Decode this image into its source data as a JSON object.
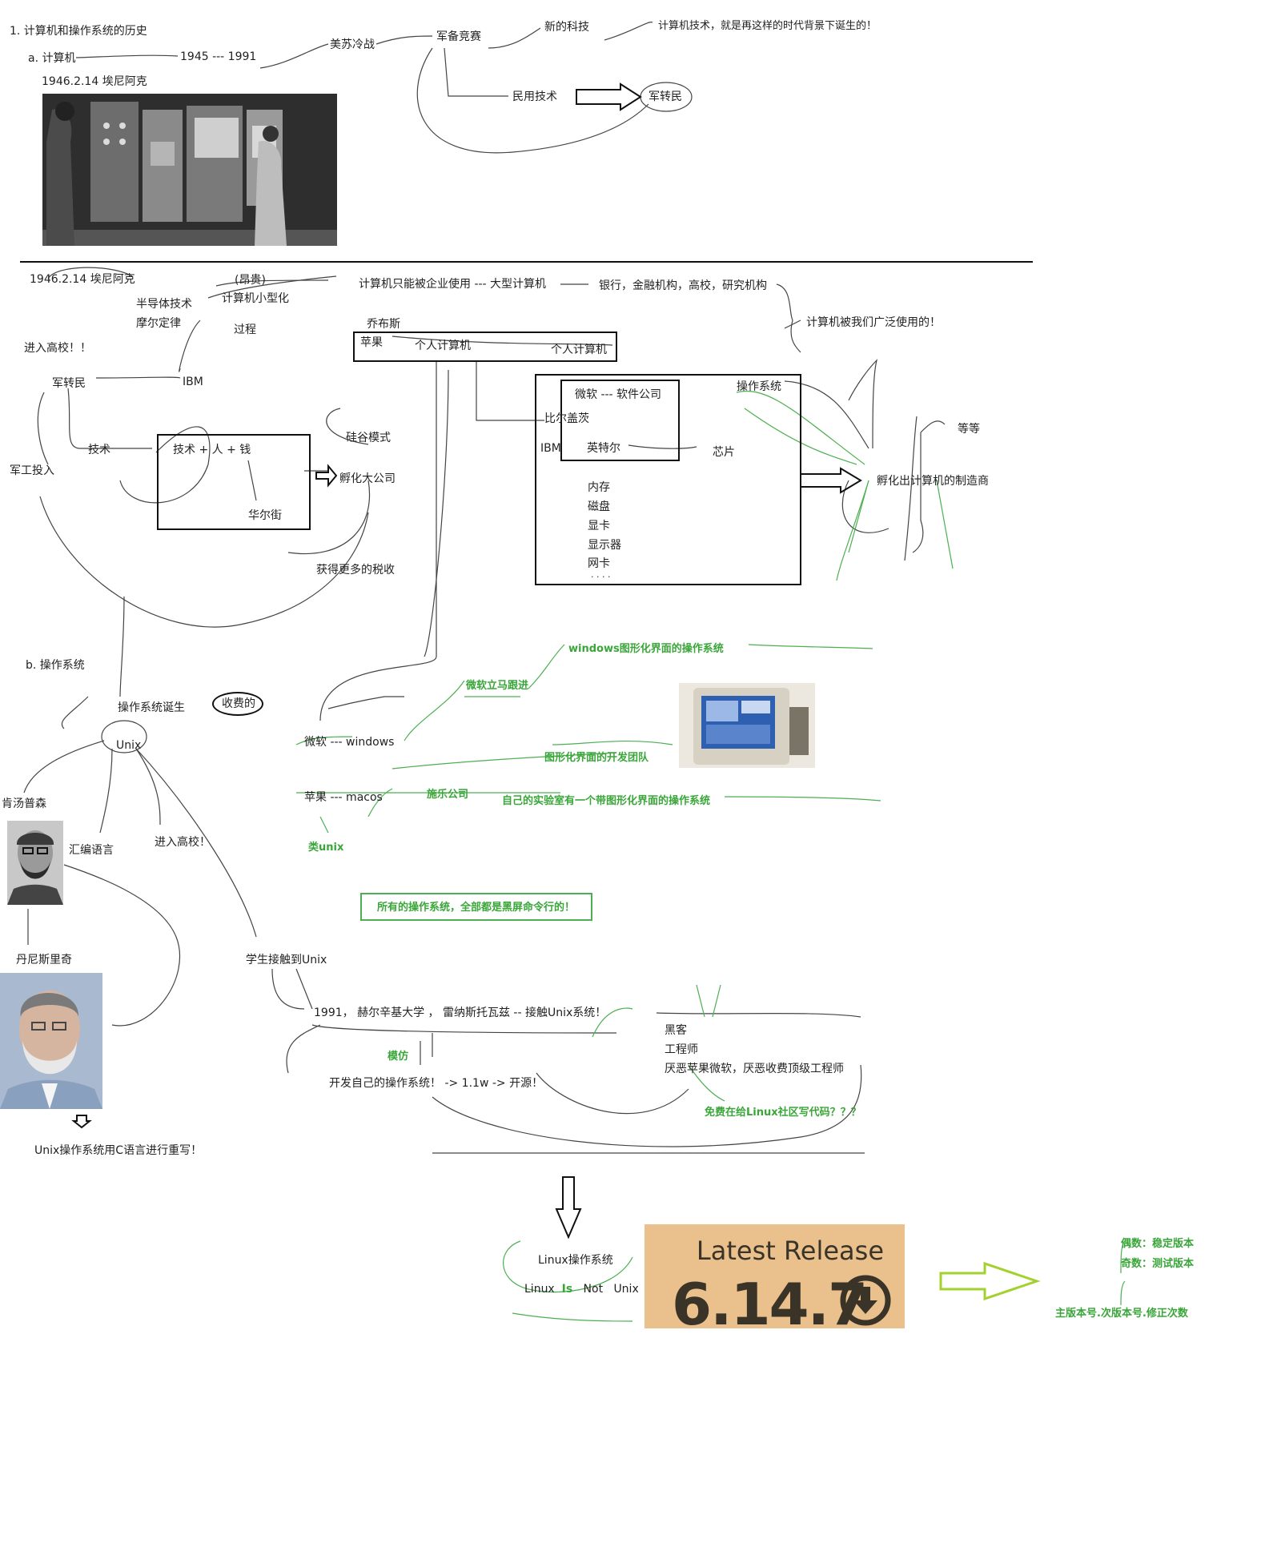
{
  "title": "1. 计算机和操作系统的历史",
  "computer": {
    "heading": "a. 计算机",
    "years": "1945 --- 1991",
    "cold_war": "美苏冷战",
    "arms_race": "军备竞赛",
    "new_tech": "新的科技",
    "born_note": "计算机技术，就是再这样的时代背景下诞生的！",
    "civil_tech": "民用技术",
    "mil_to_civ": "军转民",
    "eniac": "1946.2.14 埃尼阿克"
  },
  "mindmap": {
    "eniac": "1946.2.14 埃尼阿克",
    "expensive": "(昂贵)",
    "semiconductor": "半导体技术",
    "moore": "摩尔定律",
    "miniaturize": "计算机小型化",
    "process": "过程",
    "enterprise_only": "计算机只能被企业使用 --- 大型计算机",
    "banks": "银行，金融机构，高校，研究机构",
    "widely_used": "计算机被我们广泛使用的！",
    "enter_univ": "进入高校！！",
    "mil_to_civ": "军转民",
    "ibm": "IBM",
    "tech": "技术",
    "military_input": "军工投入",
    "jobs": "乔布斯",
    "apple": "苹果",
    "personal_computer": "个人计算机",
    "personal_computer2": "个人计算机",
    "tech_people_money": "技术 + 人 + 钱",
    "wall_street": "华尔街",
    "silicon_mode": "硅谷模式",
    "incubate_big": "孵化大公司",
    "more_tax": "获得更多的税收",
    "microsoft": "微软 --- 软件公司",
    "bill_gates": "比尔盖茨",
    "ibm2": "IBM",
    "intel": "英特尔",
    "os": "操作系统",
    "chip": "芯片",
    "memory": "内存",
    "disk": "磁盘",
    "gpu": "显卡",
    "monitor": "显示器",
    "nic": "网卡",
    "dots": "· · · ·",
    "etc": "等等",
    "incubate_makers": "孵化出计算机的制造商"
  },
  "os_section": {
    "heading": "b. 操作系统",
    "os_born": "操作系统诞生",
    "paid": "收费的",
    "unix": "Unix",
    "thompson": "肯汤普森",
    "assembly": "汇编语言",
    "enter_univ": "进入高校！",
    "ritchie": "丹尼斯里奇",
    "c_rewrite": "Unix操作系统用C语言进行重写！",
    "students": "学生接触到Unix",
    "ms_windows": "微软 --- windows",
    "ms_follow": "微软立马跟进",
    "windows_gui": "windows图形化界面的操作系统",
    "gui_team": "图形化界面的开发团队",
    "apple_macos": "苹果   --- macos",
    "xerox": "施乐公司",
    "xerox_lab": "自己的实验室有一个带图形化界面的操作系统",
    "unix_like": "类unix",
    "all_cmdline": "所有的操作系统，全部都是黑屏命令行的！",
    "helsinki_1991": "1991， 赫尔辛基大学 ， 雷纳斯托瓦兹 -- 接触Unix系统！",
    "imitate": "模仿",
    "own_os": "开发自己的操作系统！ -> 1.1w -> 开源！",
    "hacker": "黑客",
    "engineer": "工程师",
    "hate": "厌恶苹果微软，厌恶收费顶级工程师",
    "free_code": "免费在给Linux社区写代码？？？",
    "linux_os": "Linux操作系统",
    "linux_not_unix": [
      "Linux",
      "Is",
      "Not",
      "Unix"
    ]
  },
  "release": {
    "label": "Latest Release",
    "version": "6.14.7"
  },
  "versioning": {
    "even": "偶数：稳定版本",
    "odd": "奇数：测试版本",
    "format": "主版本号.次版本号.修正次数"
  },
  "colors": {
    "ink": "#333333",
    "green": "#4caf50",
    "release_bg": "#eac08c"
  }
}
